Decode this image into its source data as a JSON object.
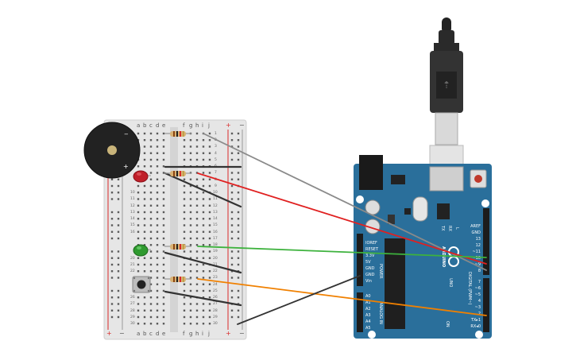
{
  "breadboard": {
    "columns_top": [
      "a",
      "b",
      "c",
      "d",
      "e",
      "f",
      "g",
      "h",
      "i",
      "j"
    ],
    "rail_plus": "+",
    "rail_minus": "−",
    "row_count": 30,
    "row_numbers": [
      "1",
      "2",
      "3",
      "4",
      "5",
      "6",
      "7",
      "8",
      "9",
      "10",
      "11",
      "12",
      "13",
      "14",
      "15",
      "16",
      "17",
      "18",
      "19",
      "20",
      "21",
      "22",
      "23",
      "24",
      "25",
      "26",
      "27",
      "28",
      "29",
      "30"
    ]
  },
  "arduino": {
    "logo_text": "ARDUINO",
    "model": "UNO",
    "on_label": "ON",
    "tx_label": "TX",
    "rx_label": "RX",
    "l_label": "L",
    "power_header_label": "POWER",
    "analog_header_label": "ANALOG IN",
    "digital_header_label": "DIGITAL (PWM~)",
    "power_pins": [
      "IOREF",
      "RESET",
      "3.3V",
      "5V",
      "GND",
      "GND",
      "Vin"
    ],
    "analog_pins": [
      "A0",
      "A1",
      "A2",
      "A3",
      "A4",
      "A5"
    ],
    "digital_pins_top": [
      "AREF",
      "GND",
      "13",
      "12",
      "~11",
      "~10",
      "~9",
      "8"
    ],
    "digital_pins_bottom": [
      "7",
      "~6",
      "~5",
      "4",
      "~3",
      "2",
      "TX▸1",
      "RX◂0"
    ]
  },
  "colors": {
    "board_blue": "#2a6f9b",
    "wire_gray": "#8a8a8a",
    "wire_red": "#e02020",
    "wire_green": "#3db23d",
    "wire_orange": "#f08000",
    "wire_black": "#333333",
    "led_red": "#c0202a",
    "led_green": "#2f9a2f"
  }
}
